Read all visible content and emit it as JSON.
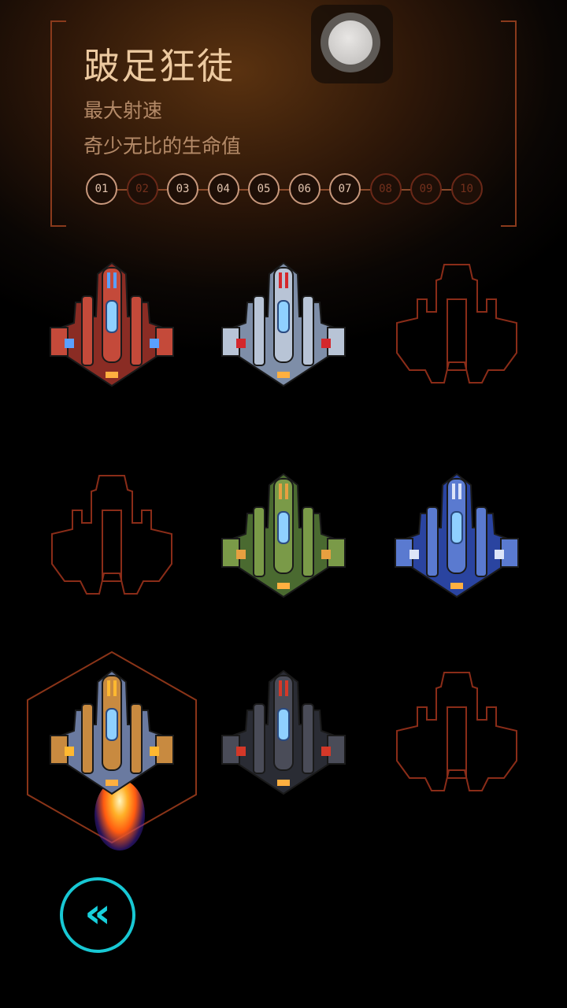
{
  "ship_info": {
    "name": "跛足狂徒",
    "traits": [
      "最大射速",
      "奇少无比的生命值"
    ]
  },
  "levels": [
    {
      "label": "01",
      "unlocked": true
    },
    {
      "label": "02",
      "unlocked": false
    },
    {
      "label": "03",
      "unlocked": true
    },
    {
      "label": "04",
      "unlocked": true
    },
    {
      "label": "05",
      "unlocked": true
    },
    {
      "label": "06",
      "unlocked": true
    },
    {
      "label": "07",
      "unlocked": true
    },
    {
      "label": "08",
      "unlocked": false
    },
    {
      "label": "09",
      "unlocked": false
    },
    {
      "label": "10",
      "unlocked": false
    }
  ],
  "ships": [
    {
      "id": "ship-red",
      "state": "owned",
      "hull": "#8a2c24",
      "trim": "#c44a3a",
      "accent": "#5aa0ff"
    },
    {
      "id": "ship-medic",
      "state": "owned",
      "hull": "#7e8ea8",
      "trim": "#b8c4d6",
      "accent": "#d4282c"
    },
    {
      "id": "ship-locked-1",
      "state": "locked"
    },
    {
      "id": "ship-locked-2",
      "state": "locked"
    },
    {
      "id": "ship-green",
      "state": "owned",
      "hull": "#4a6a30",
      "trim": "#7a9a48",
      "accent": "#e8a040"
    },
    {
      "id": "ship-blue",
      "state": "owned",
      "hull": "#2a44a0",
      "trim": "#5a7ad0",
      "accent": "#dde4f8"
    },
    {
      "id": "ship-orange",
      "state": "selected",
      "hull": "#6a7aa0",
      "trim": "#c88a40",
      "accent": "#ffb830"
    },
    {
      "id": "ship-dark",
      "state": "owned",
      "hull": "#2a2c34",
      "trim": "#4a4c58",
      "accent": "#d43828"
    },
    {
      "id": "ship-locked-3",
      "state": "locked"
    }
  ],
  "back_button": {
    "icon": "«"
  },
  "colors": {
    "outline": "#8a2c18",
    "hex_select": "#8a3418",
    "back_accent": "#18c8d4",
    "title": "#ecc9a0",
    "subtitle": "#b48a68"
  }
}
